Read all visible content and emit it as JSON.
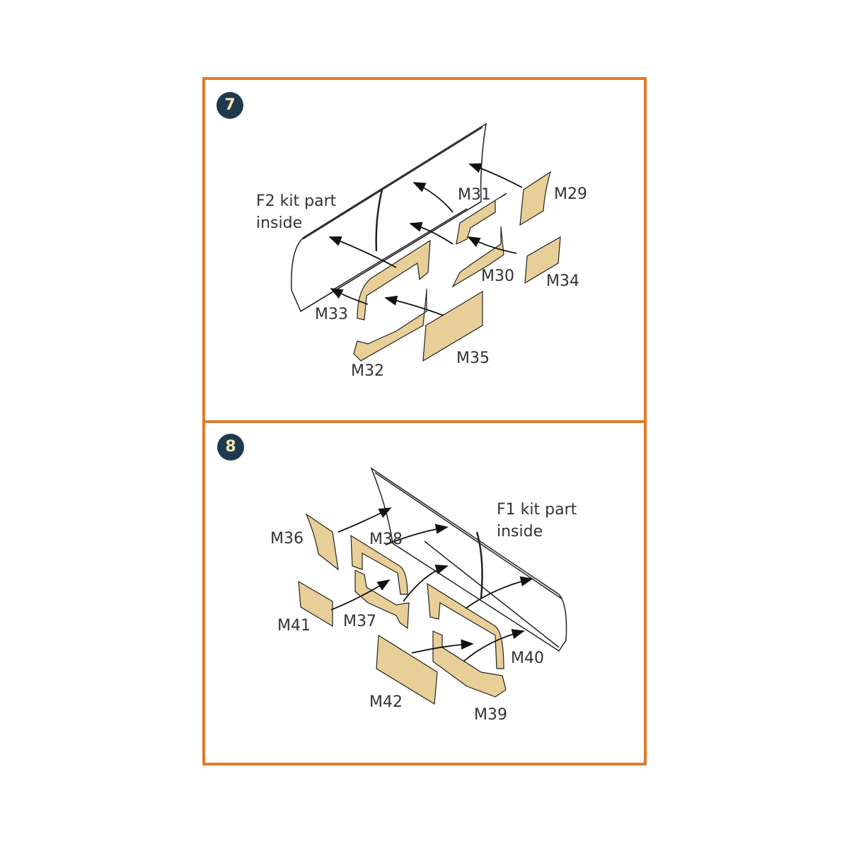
{
  "colors": {
    "frame": "#E07B2A",
    "badge_bg": "#1F3A4D",
    "badge_text": "#F3E6B8",
    "mask_fill": "#E8CF98"
  },
  "steps": [
    {
      "number": "7",
      "note_line1": "F2 kit part",
      "note_line2": "inside",
      "parts": [
        "M29",
        "M30",
        "M31",
        "M32",
        "M33",
        "M34",
        "M35"
      ]
    },
    {
      "number": "8",
      "note_line1": "F1 kit part",
      "note_line2": "inside",
      "parts": [
        "M36",
        "M37",
        "M38",
        "M39",
        "M40",
        "M41",
        "M42"
      ]
    }
  ]
}
